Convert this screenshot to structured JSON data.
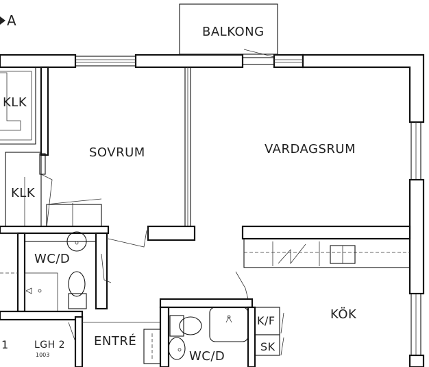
{
  "section_marker": "A",
  "rooms": {
    "balkong": "BALKONG",
    "klk_top": "KLK",
    "klk_mid": "KLK",
    "sovrum": "SOVRUM",
    "vardagsrum": "VARDAGSRUM",
    "wc_d_left": "WC/D",
    "kok": "KÖK",
    "k_f": "K/F",
    "sk": "SK",
    "entre": "ENTRÉ",
    "wc_d_bottom": "WC/D"
  },
  "apartment": {
    "label": "LGH 2",
    "number": "1003",
    "neighbor_number": "1"
  }
}
